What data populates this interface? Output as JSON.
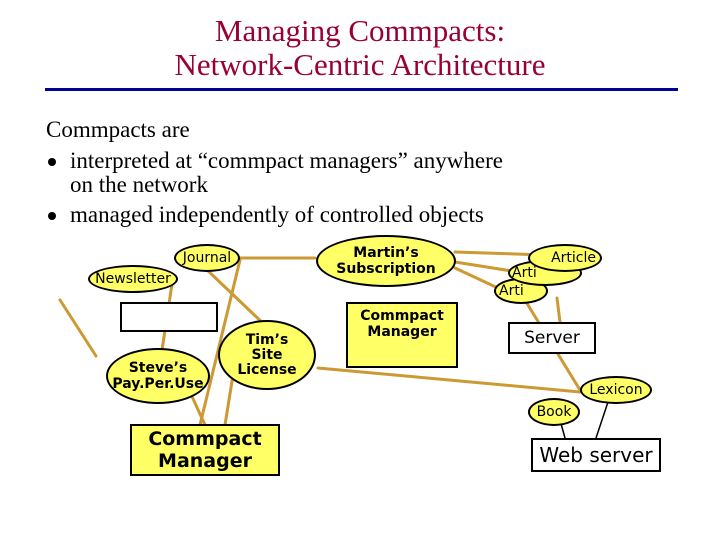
{
  "slide": {
    "title_line1": "Managing Commpacts:",
    "title_line2": "Network-Centric Architecture",
    "intro": "Commpacts are",
    "bullets": [
      "interpreted at “commpact managers” anywhere",
      "on the network",
      "managed independently of controlled objects"
    ]
  },
  "diagram": {
    "newsletter": "Newsletter",
    "journal": "Journal",
    "steves_line1": "Steve’s",
    "steves_line2": "Pay.Per.Use",
    "tims_line1": "Tim’s",
    "tims_line2": "Site",
    "tims_line3": "License",
    "cm_left_line1": "Commpact",
    "cm_left_line2": "Manager",
    "martins_line1": "Martin’s",
    "martins_line2": "Subscription",
    "cm_center_line1": "Commpact",
    "cm_center_line2": "Manager",
    "article_1": "Article",
    "article_2": "Arti",
    "article_3": "Arti",
    "server": "Server",
    "lexicon": "Lexicon",
    "book": "Book",
    "web_server": "Web server"
  },
  "colors": {
    "title": "#990033",
    "rule": "#000099",
    "node_fill": "#ffff66",
    "connector": "#cc9933"
  }
}
